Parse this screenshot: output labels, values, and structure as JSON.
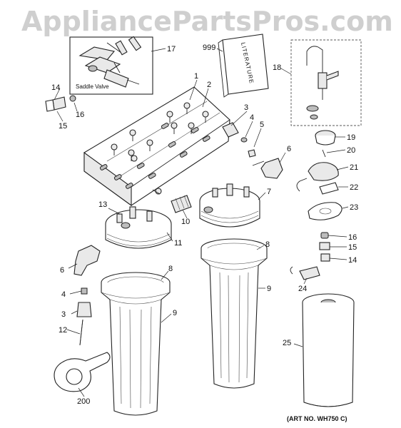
{
  "watermark": "AppliancePartsPros.com",
  "inset_caption": "Saddle Valve",
  "literature_label": "LITERATURE",
  "art_number": "(ART NO. WH750 C)",
  "callouts": [
    "1",
    "2",
    "3",
    "4",
    "5",
    "6",
    "7",
    "8",
    "9",
    "10",
    "11",
    "12",
    "13",
    "14",
    "15",
    "16",
    "17",
    "18",
    "19",
    "20",
    "21",
    "22",
    "23",
    "24",
    "25",
    "200",
    "999"
  ],
  "colors": {
    "watermark": "#cfcfcf",
    "ink": "#222222",
    "background": "#ffffff"
  }
}
